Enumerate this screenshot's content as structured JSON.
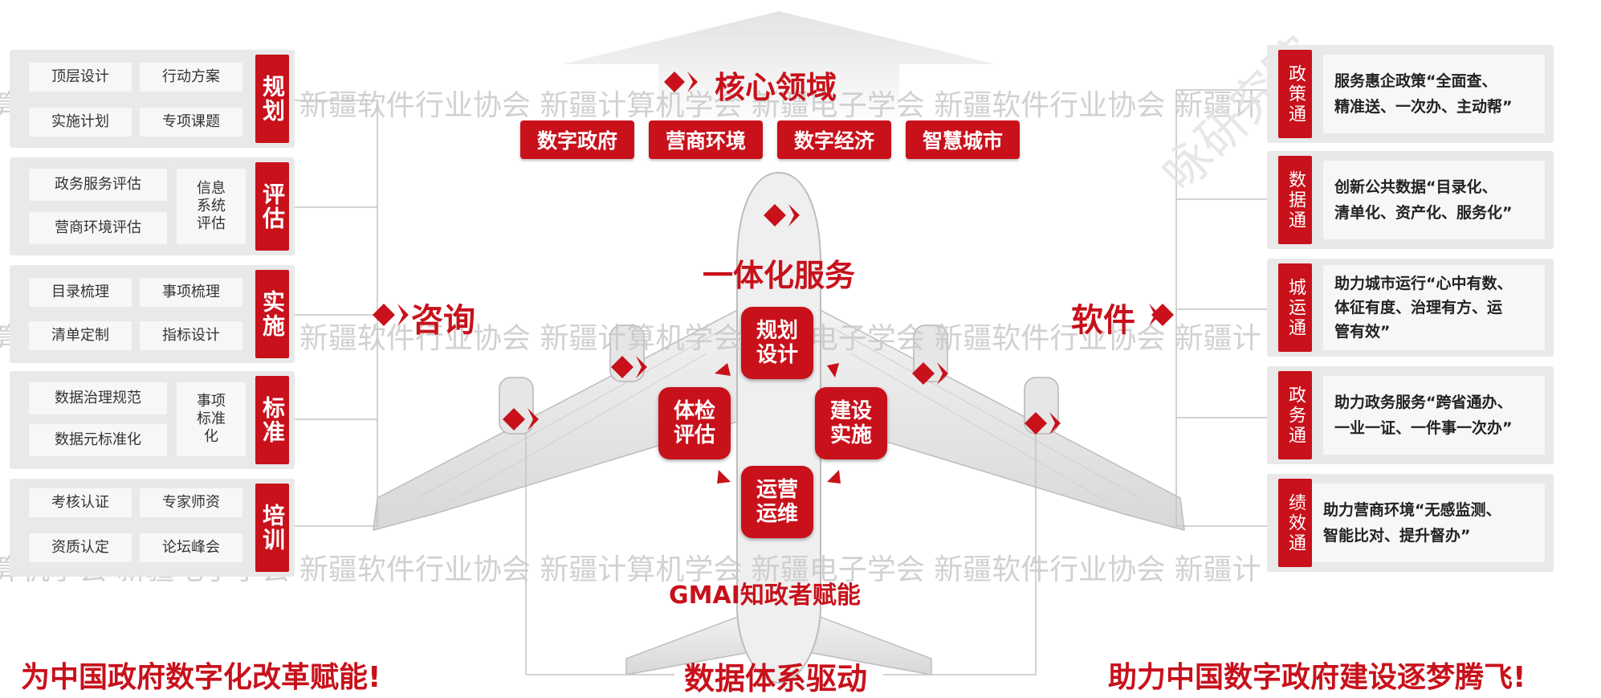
{
  "watermarks": {
    "row1": "算机学会   新疆电子学会   新疆软件行业协会   新疆计算机学会   新疆电子学会   新疆软件行业协会   新疆计",
    "row2": "算机学会   新疆电子学会   新疆软件行业协会   新疆计算机学会   新疆电子学会   新疆软件行业协会   新疆计",
    "row3": "算机学会   新疆电子学会   新疆软件行业协会   新疆计算机学会   新疆电子学会   新疆软件行业协会   新疆计",
    "diagonal": "咏研究院"
  },
  "top": {
    "core_title": "核心领域",
    "domains": [
      "数字政府",
      "营商环境",
      "数字经济",
      "智慧城市"
    ]
  },
  "center": {
    "integrated_title": "一体化服务",
    "services": {
      "top": "规划\n设计",
      "right": "建设\n实施",
      "bottom": "运营\n运维",
      "left": "体检\n评估"
    },
    "gmai": "GMAI知政者赋能",
    "data_driven": "数据体系驱动"
  },
  "left": {
    "heading": "咨询",
    "groups": [
      {
        "title": "规划",
        "items": [
          "顶层设计",
          "行动方案",
          "实施计划",
          "专项课题"
        ]
      },
      {
        "title": "评估",
        "items": [
          "政务服务评估",
          "营商环境评估"
        ],
        "side": "信息\n系统\n评估"
      },
      {
        "title": "实施",
        "items": [
          "目录梳理",
          "事项梳理",
          "清单定制",
          "指标设计"
        ]
      },
      {
        "title": "标准",
        "items": [
          "数据治理规范",
          "数据元标准化"
        ],
        "side": "事项\n标准\n化"
      },
      {
        "title": "培训",
        "items": [
          "考核认证",
          "专家师资",
          "资质认定",
          "论坛峰会"
        ]
      }
    ]
  },
  "right": {
    "heading": "软件",
    "items": [
      {
        "tag": "政策通",
        "text": "服务惠企政策“全面查、\n精准送、一次办、主动帮”"
      },
      {
        "tag": "数据通",
        "text": "创新公共数据“目录化、\n清单化、资产化、服务化”"
      },
      {
        "tag": "城运通",
        "text": "助力城市运行“心中有数、\n体征有度、治理有方、运\n管有效”"
      },
      {
        "tag": "政务通",
        "text": "助力政务服务“跨省通办、\n一业一证、一件事一次办”"
      },
      {
        "tag": "绩效通",
        "text": "助力营商环境“无感监测、\n智能比对、提升督办”"
      }
    ]
  },
  "slogans": {
    "left": "为中国政府数字化改革赋能!",
    "right": "助力中国数字政府建设逐梦腾飞!"
  },
  "colors": {
    "accent": "#c8111b",
    "panel": "#e9e9e9",
    "chip": "#f7f7f7"
  }
}
